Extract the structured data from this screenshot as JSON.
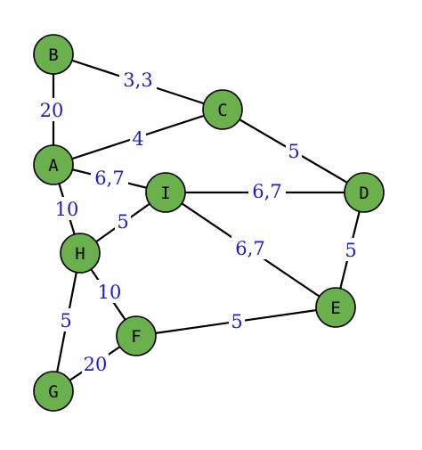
{
  "graph": {
    "node_fill": "#6ab04c",
    "weight_color": "#1c1ccc",
    "nodes": [
      {
        "id": "B",
        "label": "B"
      },
      {
        "id": "C",
        "label": "C"
      },
      {
        "id": "A",
        "label": "A"
      },
      {
        "id": "I",
        "label": "I"
      },
      {
        "id": "D",
        "label": "D"
      },
      {
        "id": "H",
        "label": "H"
      },
      {
        "id": "E",
        "label": "E"
      },
      {
        "id": "F",
        "label": "F"
      },
      {
        "id": "G",
        "label": "G"
      }
    ],
    "edges": [
      {
        "from": "B",
        "to": "C",
        "weight": "3,3"
      },
      {
        "from": "B",
        "to": "A",
        "weight": "20"
      },
      {
        "from": "A",
        "to": "C",
        "weight": "4"
      },
      {
        "from": "C",
        "to": "D",
        "weight": "5"
      },
      {
        "from": "A",
        "to": "I",
        "weight": "6,7"
      },
      {
        "from": "I",
        "to": "D",
        "weight": "6,7"
      },
      {
        "from": "A",
        "to": "H",
        "weight": "10"
      },
      {
        "from": "H",
        "to": "I",
        "weight": "5"
      },
      {
        "from": "I",
        "to": "E",
        "weight": "6,7"
      },
      {
        "from": "D",
        "to": "E",
        "weight": "5"
      },
      {
        "from": "H",
        "to": "F",
        "weight": "10"
      },
      {
        "from": "H",
        "to": "G",
        "weight": "5"
      },
      {
        "from": "F",
        "to": "E",
        "weight": "5"
      },
      {
        "from": "G",
        "to": "F",
        "weight": "20"
      }
    ]
  }
}
